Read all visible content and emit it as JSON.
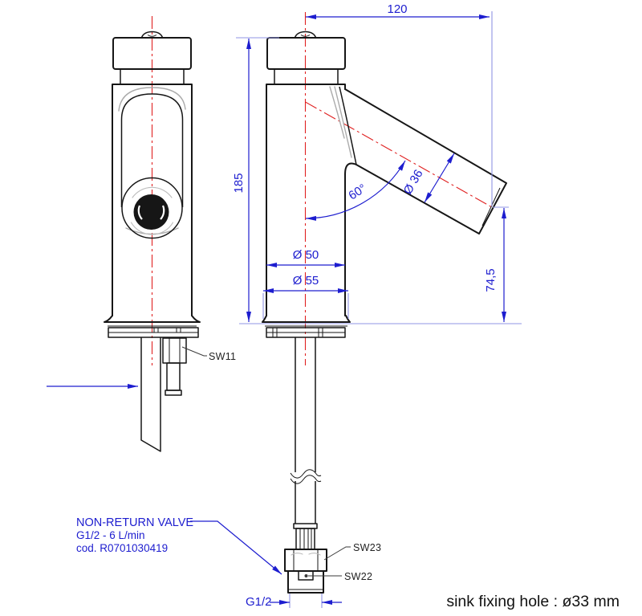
{
  "drawing": {
    "dimensions": {
      "spout_projection": "120",
      "total_height": "185",
      "body_diameter": "Ø 50",
      "base_diameter": "Ø 55",
      "spout_diameter": "Ø 36",
      "spout_angle": "60°",
      "spout_outlet_height": "74,5",
      "thread_size": "G1/2"
    },
    "part_labels": {
      "sw11": "SW11",
      "sw23": "SW23",
      "sw22": "SW22"
    },
    "note": {
      "line1": "NON-RETURN VALVE",
      "line2": "G1/2 - 6 L/min",
      "line3": "cod. R0701030419"
    },
    "footer": "sink fixing hole : ø33 mm",
    "colors": {
      "dimension_blue": "#1d1dcf",
      "extension_blue": "#9094e4",
      "centerline_red": "#e02222",
      "outline_black": "#161616",
      "shading_gray": "#ababab"
    }
  }
}
